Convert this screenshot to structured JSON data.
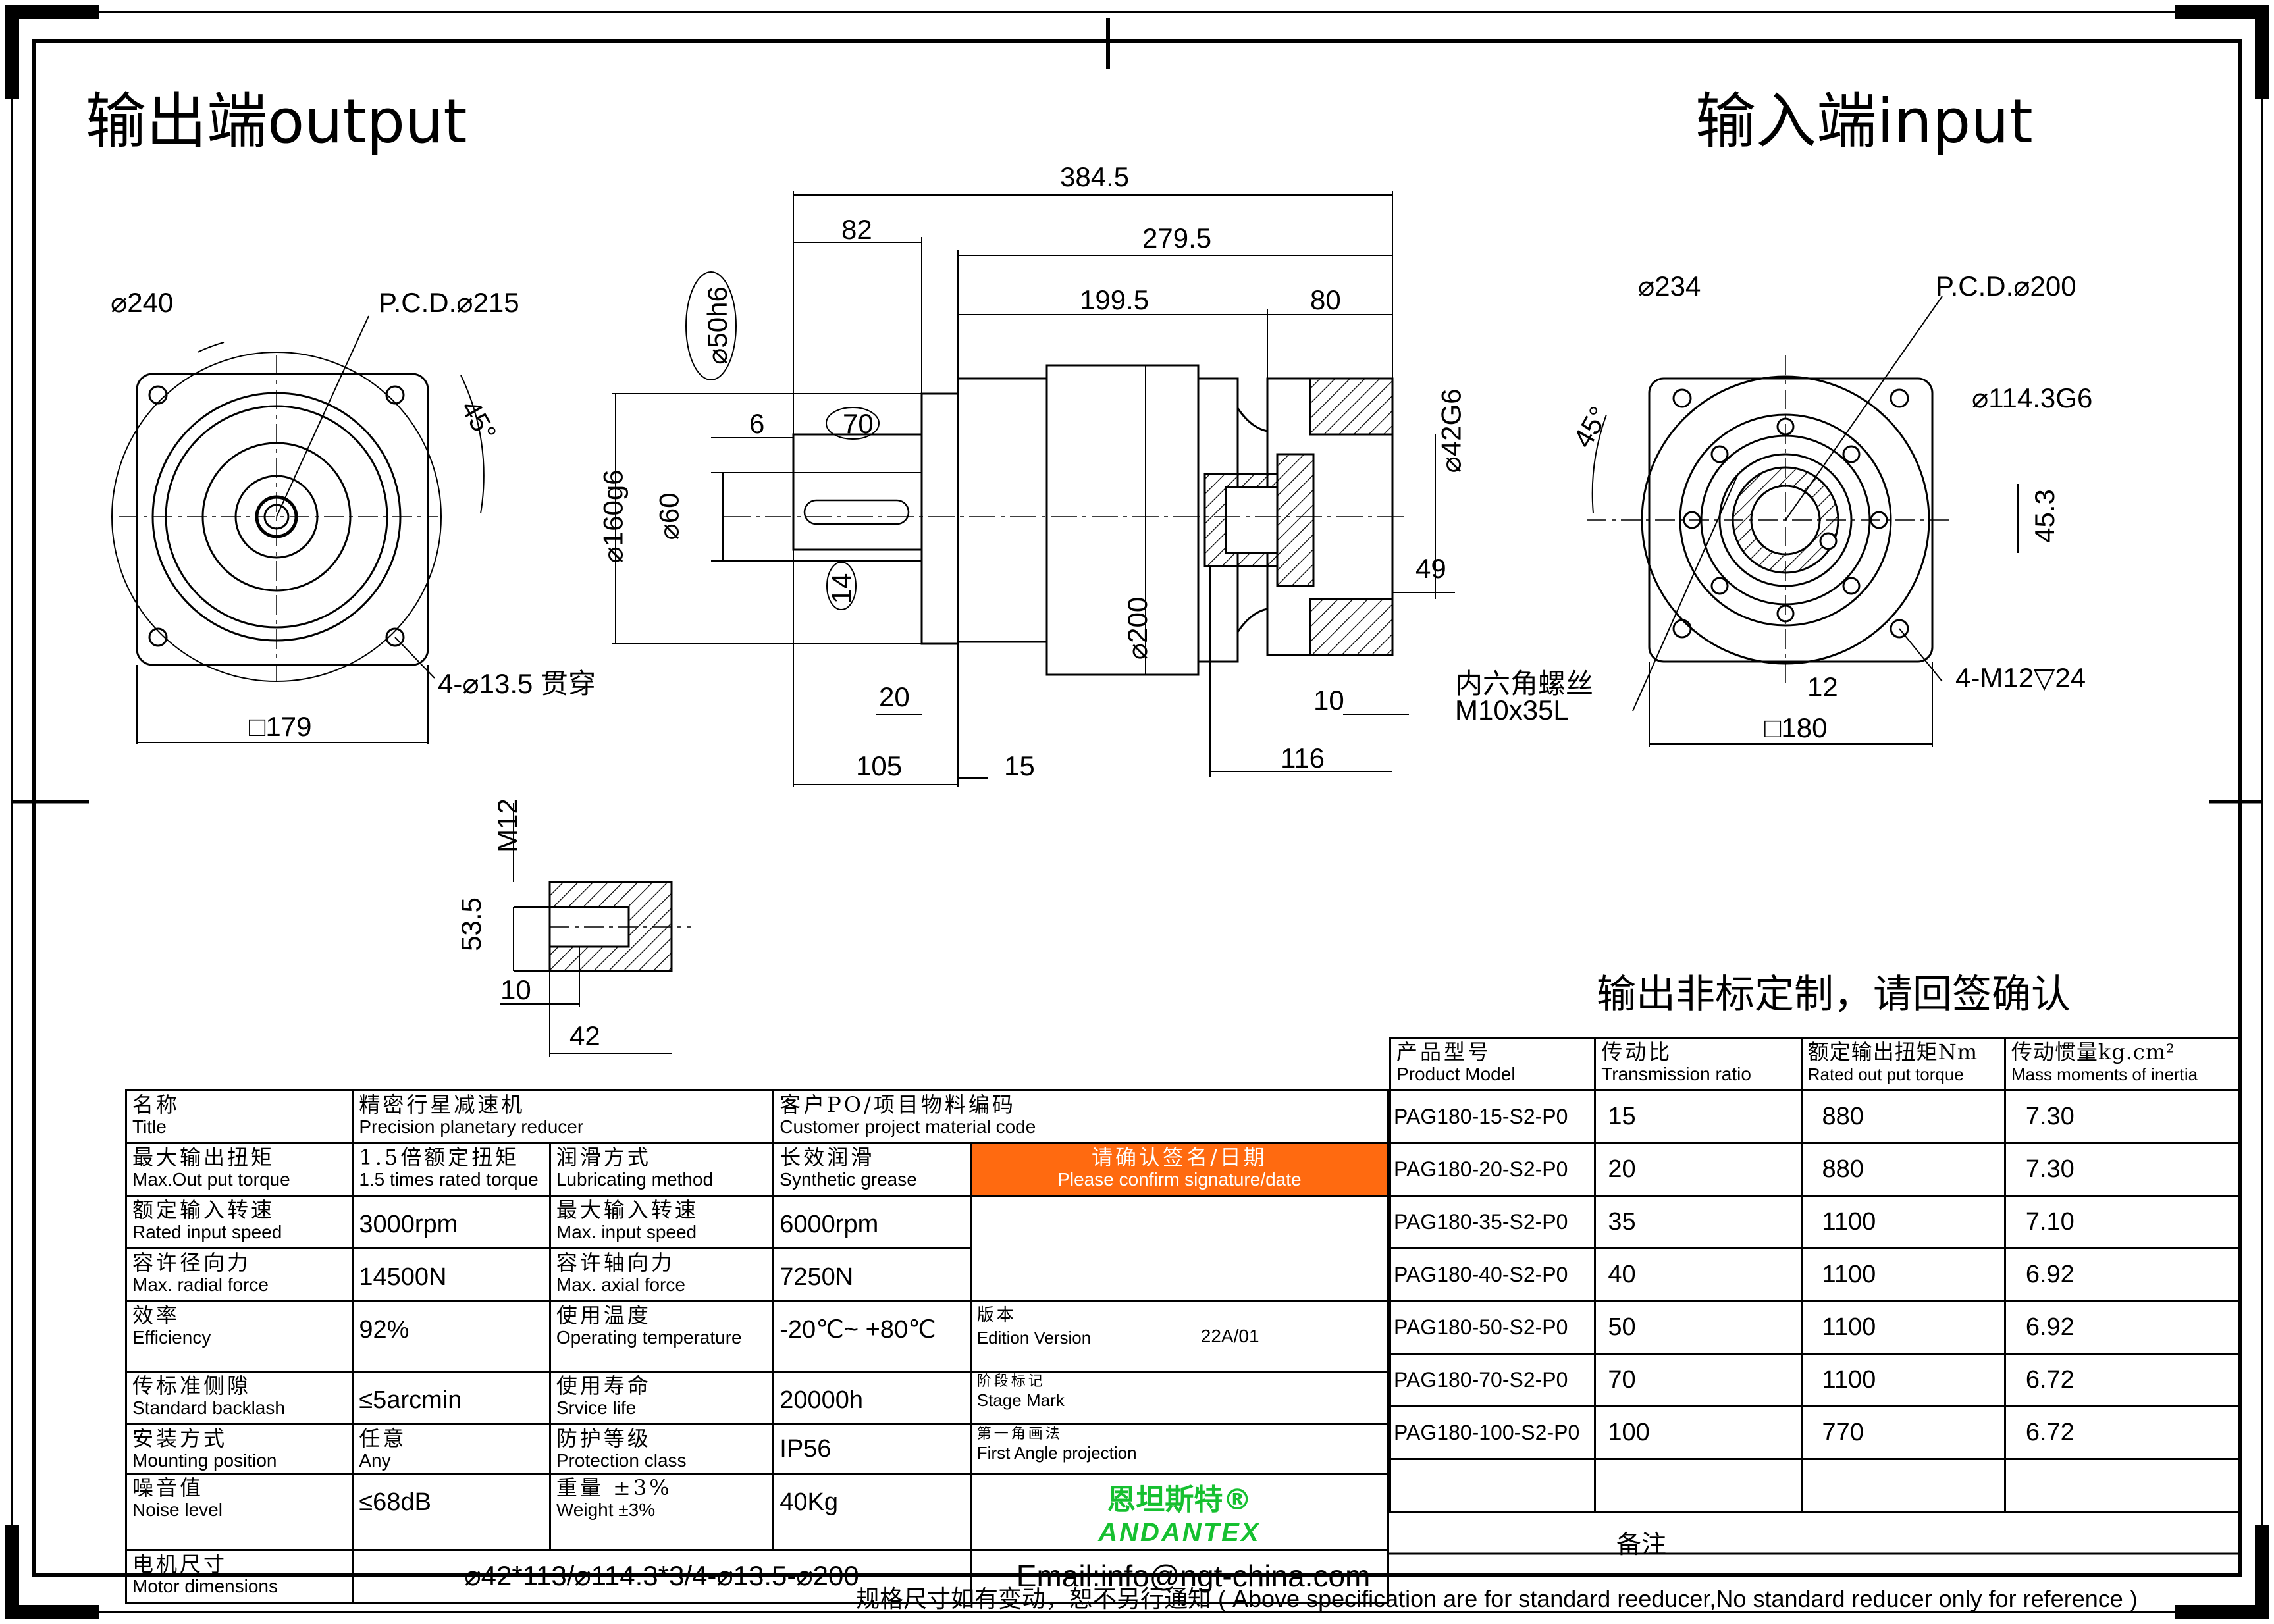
{
  "labels": {
    "output_title": "输出端output",
    "input_title": "输入端input",
    "custom_note": "输出非标定制，请回签确认",
    "remarks": "备注",
    "footer": "规格尺寸如有变动，恕不另行通知 ( Above specification are for standard reeducer,No standard reducer only for reference )"
  },
  "dims": {
    "d240": "⌀240",
    "pcd215": "P.C.D.⌀215",
    "angle45_out": "45°",
    "holes_out": "4-⌀13.5 贯穿",
    "sq179": "□179",
    "len384": "384.5",
    "len82": "82",
    "len279": "279.5",
    "len199": "199.5",
    "len80": "80",
    "d50": "⌀50h6",
    "len6": "6",
    "len70": "70",
    "d42": "⌀42G6",
    "d160": "⌀160g6",
    "d60": "⌀60",
    "len49": "49",
    "len14": "14",
    "d200": "⌀200",
    "len20": "20",
    "len10": "10",
    "len105": "105",
    "len15": "15",
    "len116": "116",
    "d234": "⌀234",
    "pcd200": "P.C.D.⌀200",
    "d114": "⌀114.3G6",
    "angle45_in": "45°",
    "len45": "45.3",
    "screw_cn": "内六角螺丝",
    "screw_size": "M10x35L",
    "len12": "12",
    "holes_in": "4-M12▽24",
    "sq180": "□180",
    "m12": "M12",
    "len53": "53.5",
    "len10b": "10",
    "len42": "42"
  },
  "spec": {
    "title": {
      "cn": "名称",
      "en": "Title"
    },
    "title_value": {
      "cn": "精密行星减速机",
      "en": "Precision planetary reducer"
    },
    "customer": {
      "cn": "客户PO/项目物料编码",
      "en": "Customer project material code"
    },
    "confirm": {
      "cn": "请确认签名/日期",
      "en": "Please confirm signature/date"
    },
    "rows": [
      {
        "label_cn": "最大输出扭矩",
        "label_en": "Max.Out put torque",
        "value_cn": "1.5倍额定扭矩",
        "value_en": "1.5 times rated torque",
        "label2_cn": "润滑方式",
        "label2_en": "Lubricating method",
        "value2_cn": "长效润滑",
        "value2_en": "Synthetic grease"
      },
      {
        "label_cn": "额定输入转速",
        "label_en": "Rated input speed",
        "value": "3000rpm",
        "label2_cn": "最大输入转速",
        "label2_en": "Max. input speed",
        "value2": "6000rpm"
      },
      {
        "label_cn": "容许径向力",
        "label_en": "Max. radial force",
        "value": "14500N",
        "label2_cn": "容许轴向力",
        "label2_en": "Max. axial force",
        "value2": "7250N"
      },
      {
        "label_cn": "效率",
        "label_en": "Efficiency",
        "value": "92%",
        "label2_cn": "使用温度",
        "label2_en": "Operating temperature",
        "value2": "-20℃~ +80℃"
      },
      {
        "label_cn": "传标准侧隙",
        "label_en": "Standard backlash",
        "value": "≤5arcmin",
        "label2_cn": "使用寿命",
        "label2_en": "Srvice life",
        "value2": "20000h"
      },
      {
        "label_cn": "安装方式",
        "label_en": "Mounting position",
        "value_cn": "任意",
        "value_en": "Any",
        "label2_cn": "防护等级",
        "label2_en": "Protection class",
        "value2": "IP56"
      },
      {
        "label_cn": "噪音值",
        "label_en": "Noise level",
        "value": "≤68dB",
        "label2_cn": "重量 ±3%",
        "label2_en": "Weight ±3%",
        "value2": "40Kg"
      }
    ],
    "motor": {
      "label_cn": "电机尺寸",
      "label_en": "Motor dimensions",
      "value": "⌀42*113/⌀114.3*3/4-⌀13.5-⌀200"
    },
    "edition": {
      "cn": "版本",
      "en": "Edition Version",
      "value": "22A/01"
    },
    "stage": {
      "cn": "阶段标记",
      "en": "Stage Mark"
    },
    "projection": {
      "cn": "第一角画法",
      "en": "First Angle projection"
    }
  },
  "brand": {
    "cn": "恩坦斯特®",
    "en": "ANDANTEX",
    "color": "#16c030"
  },
  "contact": {
    "email": "Email:info@ngt-china.com"
  },
  "models": {
    "headers": [
      {
        "cn": "产品型号",
        "en": "Product Model"
      },
      {
        "cn": "传动比",
        "en": "Transmission ratio"
      },
      {
        "cn": "额定输出扭矩Nm",
        "en": "Rated out put torque"
      },
      {
        "cn": "传动惯量kg.cm²",
        "en": "Mass moments of inertia"
      }
    ],
    "rows": [
      [
        "PAG180-15-S2-P0",
        "15",
        "880",
        "7.30"
      ],
      [
        "PAG180-20-S2-P0",
        "20",
        "880",
        "7.30"
      ],
      [
        "PAG180-35-S2-P0",
        "35",
        "1100",
        "7.10"
      ],
      [
        "PAG180-40-S2-P0",
        "40",
        "1100",
        "6.92"
      ],
      [
        "PAG180-50-S2-P0",
        "50",
        "1100",
        "6.92"
      ],
      [
        "PAG180-70-S2-P0",
        "70",
        "1100",
        "6.72"
      ],
      [
        "PAG180-100-S2-P0",
        "100",
        "770",
        "6.72"
      ]
    ]
  },
  "colors": {
    "accent": "#ff6a10",
    "line": "#000000"
  }
}
